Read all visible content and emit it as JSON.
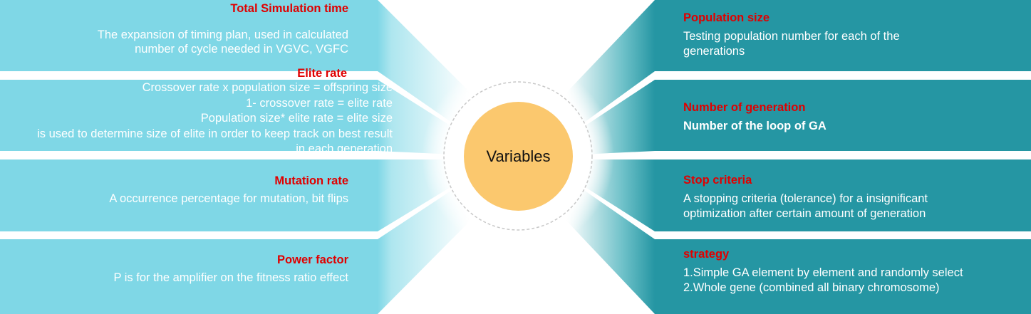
{
  "colors": {
    "left_panel": "#7fd7e6",
    "right_panel": "#2596a3",
    "title_red": "#e00000",
    "center_fill": "#fbc86e"
  },
  "center": {
    "label": "Variables"
  },
  "left_items": [
    {
      "title": "Total Simulation time",
      "lines": [
        "The expansion of timing plan, used in calculated",
        "number of cycle needed in VGVC, VGFC"
      ]
    },
    {
      "title": "Elite rate",
      "lines": [
        "Crossover rate x population size =  offspring size",
        "1- crossover rate = elite rate",
        "Population size* elite rate = elite size",
        "is used to determine size of elite in order to keep track on best result",
        "in each generation"
      ]
    },
    {
      "title": "Mutation rate",
      "lines": [
        "A occurrence percentage for mutation, bit flips"
      ]
    },
    {
      "title": "Power factor",
      "lines": [
        "P is for the amplifier on the fitness ratio effect"
      ]
    }
  ],
  "right_items": [
    {
      "title": "Population size",
      "lines": [
        "Testing population number for each of the",
        "generations"
      ]
    },
    {
      "title": "Number of generation",
      "lines": [
        "Number of the loop of GA"
      ]
    },
    {
      "title": "Stop criteria",
      "lines": [
        "A stopping criteria (tolerance) for a insignificant",
        "optimization after certain amount of  generation"
      ]
    },
    {
      "title": "strategy",
      "lines": [
        "1.Simple GA element by element and randomly select",
        "2.Whole gene (combined all binary chromosome)"
      ]
    }
  ]
}
